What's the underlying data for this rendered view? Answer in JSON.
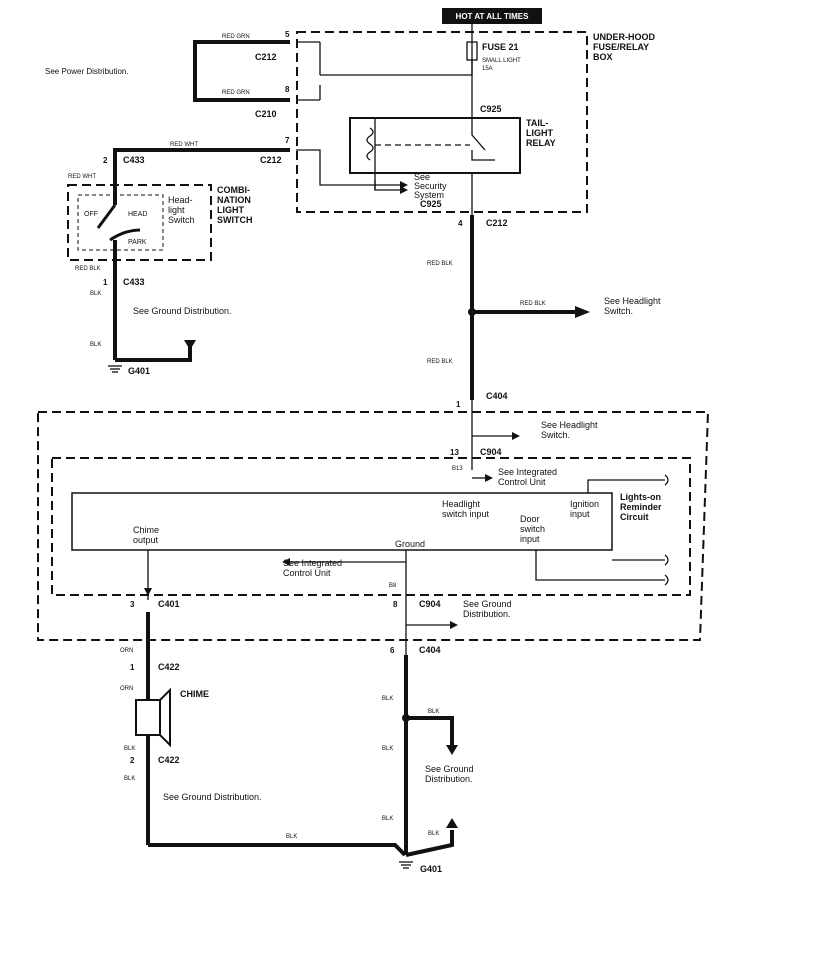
{
  "title_badge": "HOT AT ALL TIMES",
  "boxes": {
    "fuse_relay_box": "UNDER-HOOD\nFUSE/RELAY\nBOX",
    "fuse": {
      "name": "FUSE 21",
      "desc": "SMALL LIGHT",
      "rating": "15A"
    },
    "relay": "TAIL-\nLIGHT\nRELAY",
    "combination_switch": "COMBI-\nNATION\nLIGHT\nSWITCH",
    "headlight_switch": "Head-\nlight\nSwitch",
    "switch_positions": [
      "OFF",
      "HEAD",
      "PARK"
    ],
    "reminder_circuit": "Lights-on\nReminder\nCircuit",
    "chime": "CHIME"
  },
  "connectors": {
    "c212_a": "C212",
    "c210": "C210",
    "c212_b": "C212",
    "c433_top": "C433",
    "c433_bot": "C433",
    "c925_top": "C925",
    "c925_bot": "C925",
    "c212_c": "C212",
    "c404_top": "C404",
    "c904_top": "C904",
    "c401": "C401",
    "c904_bot": "C904",
    "c404_bot": "C404",
    "c422_top": "C422",
    "c422_bot": "C422",
    "g401_left": "G401",
    "g401_bot": "G401"
  },
  "pins": {
    "p5": "5",
    "p8": "8",
    "p7": "7",
    "p2": "2",
    "p1": "1",
    "p4": "4",
    "p1b": "1",
    "p13": "13",
    "b13": "B13",
    "p3": "3",
    "p8b": "8",
    "b8": "B8",
    "p6": "6",
    "p1c": "1",
    "p2b": "2"
  },
  "wires": {
    "red_grn": "RED GRN",
    "red_wht": "RED WHT",
    "red_blk": "RED BLK",
    "blk": "BLK",
    "orn": "ORN"
  },
  "notes": {
    "power_dist": "See Power Distribution.",
    "ground_dist_left": "See Ground Distribution.",
    "security": "See\nSecurity\nSystem",
    "headlight_switch_1": "See Headlight\nSwitch.",
    "headlight_switch_2": "See Headlight\nSwitch.",
    "icu_1": "See Integrated\nControl Unit",
    "icu_2": "See  Integrated\nControl Unit",
    "ground_dist_c904": "See Ground\nDistribution.",
    "ground_dist_right": "See Ground\nDistribution.",
    "ground_dist_bottom": "See Ground Distribution."
  },
  "unit_labels": {
    "chime_output": "Chime\noutput",
    "ground": "Ground",
    "headlight_input": "Headlight\nswitch input",
    "door_input": "Door\nswitch\ninput",
    "ignition_input": "Ignition\ninput"
  }
}
